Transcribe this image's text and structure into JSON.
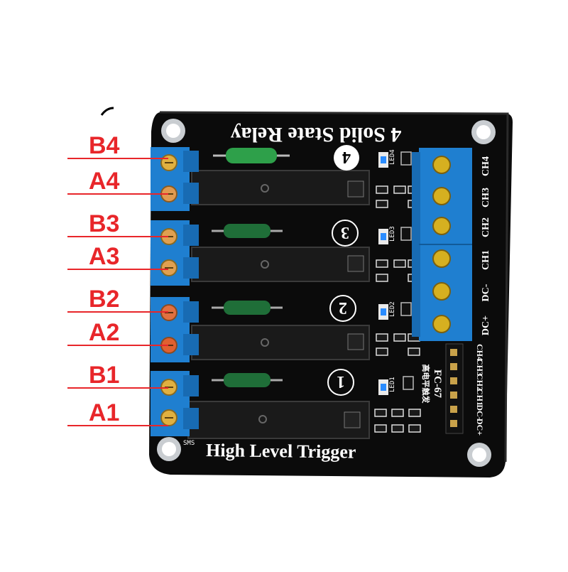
{
  "board": {
    "title": "4 Solid State Relay",
    "trigger_label": "High Level Trigger",
    "model": "FC-67",
    "model_chinese": "高电平触发",
    "smd_label": "SMS",
    "colors": {
      "pcb": "#0b0b0b",
      "terminal": "#1f7fd0",
      "callout": "#e8262a",
      "silkscreen": "#ffffff"
    }
  },
  "channels": [
    {
      "number": "4",
      "label_b": "B4",
      "label_a": "A4"
    },
    {
      "number": "3",
      "label_b": "B3",
      "label_a": "A3"
    },
    {
      "number": "2",
      "label_b": "B2",
      "label_a": "A2"
    },
    {
      "number": "1",
      "label_b": "B1",
      "label_a": "A1"
    }
  ],
  "right_terminal": [
    "CH4",
    "CH3",
    "CH2",
    "CH1",
    "DC-",
    "DC+"
  ],
  "header_pins": [
    "CH4",
    "CH3",
    "CH2",
    "CH1",
    "DC-",
    "DC+"
  ],
  "leds": [
    "LED4",
    "LED3",
    "LED2",
    "LED1"
  ]
}
